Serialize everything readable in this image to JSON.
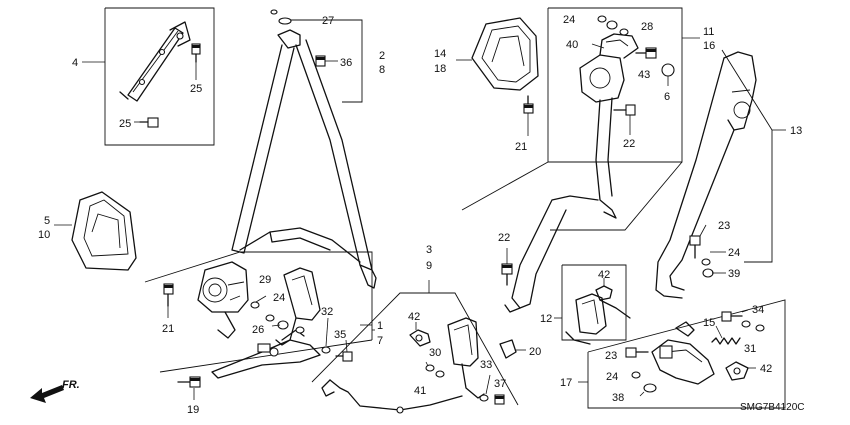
{
  "diagram": {
    "callouts": {
      "c4": "4",
      "c25a": "25",
      "c25b": "25",
      "c27": "27",
      "c36": "36",
      "c2": "2",
      "c8": "8",
      "c14": "14",
      "c18": "18",
      "c24a": "24",
      "c28": "28",
      "c40": "40",
      "c11": "11",
      "c16": "16",
      "c43": "43",
      "c6": "6",
      "c21a": "21",
      "c22a": "22",
      "c13": "13",
      "c5": "5",
      "c10": "10",
      "c22b": "22",
      "c23a": "23",
      "c24b": "24",
      "c39": "39",
      "c3": "3",
      "c9": "9",
      "c42a": "42",
      "c29": "29",
      "c24c": "24",
      "c26": "26",
      "c32": "32",
      "c35": "35",
      "c1": "1",
      "c7": "7",
      "c21b": "21",
      "c30": "30",
      "c20": "20",
      "c33": "33",
      "c41": "41",
      "c37": "37",
      "c19": "19",
      "c42b": "42",
      "c12": "12",
      "c15": "15",
      "c34": "34",
      "c31": "31",
      "c23b": "23",
      "c24d": "24",
      "c38": "38",
      "c42c": "42",
      "c17": "17"
    },
    "direction_label": "FR.",
    "drawing_code": "SMG7B4120C"
  }
}
